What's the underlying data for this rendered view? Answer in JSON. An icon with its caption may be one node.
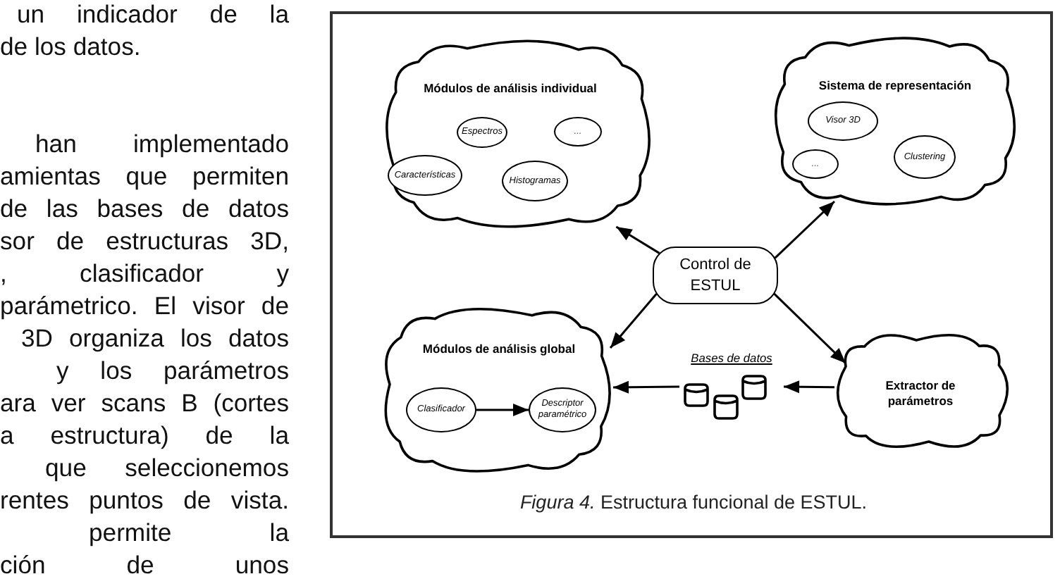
{
  "diagram": {
    "caption": "*Figura 4.* Estructura funcional de ESTUL.",
    "nodes": [
      {
        "text": [
          "Módulos de análisis individual"
        ]
      },
      {
        "text": [
          "Espectros"
        ],
        "in": 0
      },
      {
        "text": [
          "..."
        ],
        "in": 0
      },
      {
        "text": [
          "Características"
        ],
        "in": 0
      },
      {
        "text": [
          "Histogramas"
        ],
        "in": 0
      },
      {
        "text": [
          "Sistema de representación"
        ]
      },
      {
        "text": [
          "Visor 3D"
        ],
        "in": 5
      },
      {
        "text": [
          "..."
        ],
        "in": 5
      },
      {
        "text": [
          "Clustering"
        ],
        "in": 5
      },
      {
        "text": [
          "Control de ESTUL"
        ]
      },
      {
        "text": [
          "Módulos de análisis global"
        ]
      },
      {
        "text": [
          "Clasificador"
        ],
        "in": 10
      },
      {
        "text": [
          "Descriptor paramétrico"
        ],
        "in": 10
      },
      {
        "text": [
          "Bases de datos"
        ]
      },
      {
        "text": [
          "Extractor de parámetros"
        ]
      }
    ],
    "edges": [
      {
        "from": 9,
        "to": 0,
        "arrow": "to"
      },
      {
        "from": 9,
        "to": 5,
        "arrow": "to"
      },
      {
        "from": 9,
        "to": 10,
        "arrow": "to"
      },
      {
        "from": 9,
        "to": 14,
        "arrow": "to"
      },
      {
        "from": 14,
        "to": 13,
        "arrow": "to"
      },
      {
        "from": 13,
        "to": 10,
        "arrow": "to"
      },
      {
        "from": 11,
        "to": 12,
        "arrow": "to"
      }
    ],
    "labels": [
      "un indicador de la",
      "de los datos.",
      "han implementado",
      "amientas que permiten",
      "de las bases de datos",
      "sor de estructuras 3D,",
      ", clasificador y",
      "parámetrico. El visor de",
      "3D organiza los datos",
      "y los parámetros",
      "ara ver scans B (cortes",
      "a estructura) de la",
      "que seleccionemos",
      "rentes puntos de vista.",
      "permite la",
      "ción de unos"
    ]
  }
}
